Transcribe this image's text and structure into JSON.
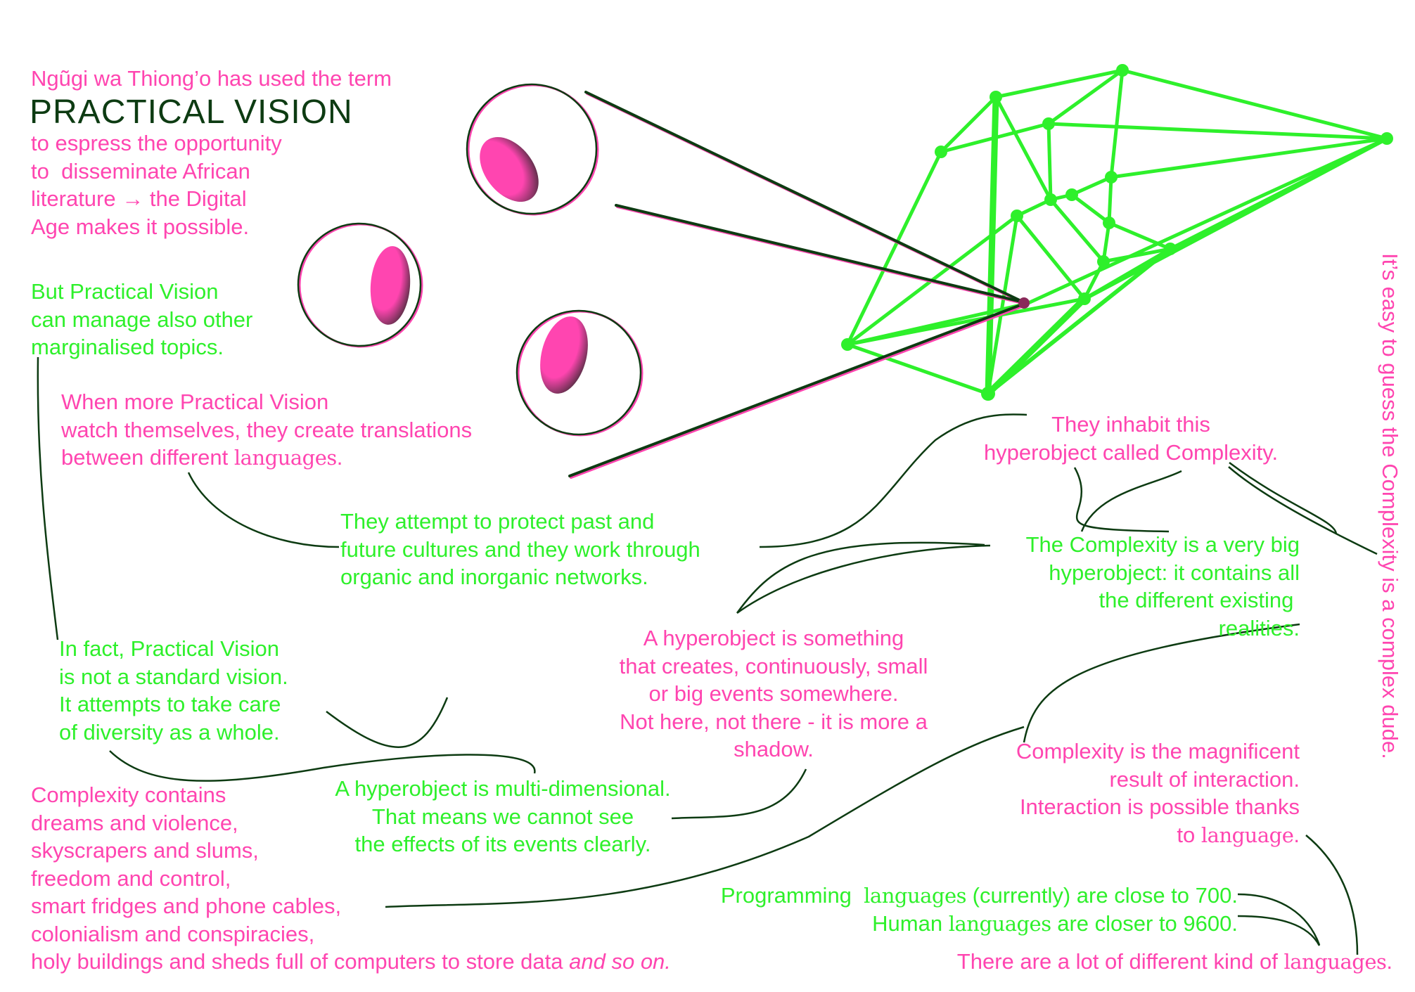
{
  "intro": {
    "lead": "Ngũgi wa Thiong’o has used the term",
    "heading": "PRACTICAL VISION",
    "body": "to espress the opportunity\nto  disseminate African\nliterature → the Digital\nAge makes it possible."
  },
  "texts": {
    "marginalised": "But Practical Vision\ncan manage also other\nmarginalised topics.",
    "translations_a": "When more Practical Vision\nwatch themselves, they create translations\nbetween different ",
    "translations_lang": "languages",
    "translations_end": ".",
    "protect": "They attempt to protect past and\nfuture cultures and they work through\norganic and inorganic networks.",
    "infact": "In fact, Practical Vision\nis not a standard vision.\nIt attempts to take care\nof diversity as a whole.",
    "inhabit": "They inhabit this\nhyperobject called Complexity.",
    "verybig": "The Complexity is a very big\nhyperobject: it contains all\nthe different existing \nrealities.",
    "creates": "A hyperobject is something\nthat creates, continuously, small\nor big events somewhere.\nNot here, not there - it is more a\nshadow.",
    "multidim": "A hyperobject is multi-dimensional.\nThat means we cannot see\nthe effects of its events clearly.",
    "contains": "Complexity contains\ndreams and violence,\nskyscrapers and slums,\nfreedom and control,\nsmart fridges and phone cables,\ncolonialism and conspiracies,\nholy buildings and sheds full of computers to store data ",
    "contains_end": "and so on.",
    "magnificent": "Complexity is the magnificent\nresult of interaction.\nInteraction is possible thanks\nto ",
    "magnificent_lang": "language",
    "magnificent_end": ".",
    "prog_a": "Programming  ",
    "prog_lang": "languages",
    "prog_b": " (currently) are close to 700.",
    "human_a": "Human ",
    "human_lang": "languages",
    "human_b": " are closer to 9600.",
    "kinds_a": "There are a lot of different kind of ",
    "kinds_lang": "languages",
    "kinds_b": ".",
    "vertical": "It’s easy to guess the Complexity is a complex dude."
  },
  "colors": {
    "pink": "#ff45b0",
    "green": "#2ef02b",
    "dark_green": "#0d3b12",
    "ellipse_shadow": "#3a2a32"
  }
}
